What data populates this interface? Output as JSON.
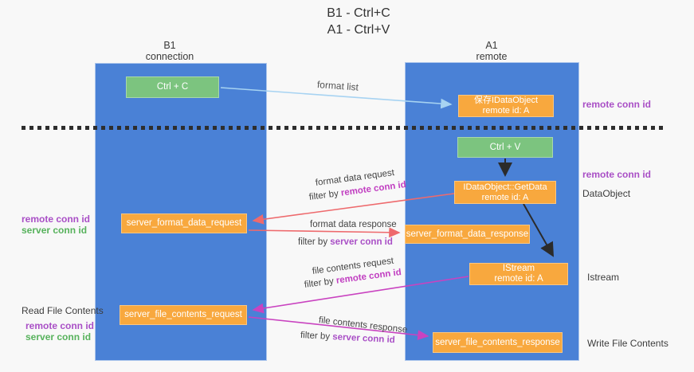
{
  "title": {
    "line1": "B1 - Ctrl+C",
    "line2": "A1 - Ctrl+V"
  },
  "columns": {
    "left": {
      "name": "B1",
      "subtitle": "connection"
    },
    "right": {
      "name": "A1",
      "subtitle": "remote"
    }
  },
  "nodes": {
    "ctrl_c": {
      "label": "Ctrl + C"
    },
    "ctrl_v": {
      "label": "Ctrl + V"
    },
    "save_dataobject": {
      "line1": "保存IDataObject",
      "line2": "remote id: A"
    },
    "getdata": {
      "line1": "IDataObject::GetData",
      "line2": "remote id: A"
    },
    "format_request": {
      "label": "server_format_data_request"
    },
    "format_response": {
      "label": "server_format_data_response"
    },
    "istream": {
      "line1": "IStream",
      "line2": "remote id: A"
    },
    "file_request": {
      "label": "server_file_contents_request"
    },
    "file_response": {
      "label": "server_file_contents_response"
    }
  },
  "arrow_labels": {
    "format_list": "format list",
    "format_data_request": "format data request",
    "format_data_response": "format data response",
    "file_contents_request": "file contents request",
    "file_contents_response": "file contents response",
    "filter_by": "filter by",
    "remote_conn_id": "remote conn id",
    "server_conn_id": "server conn id"
  },
  "side_labels": {
    "left": {
      "remote_conn_id": "remote conn id",
      "server_conn_id": "server conn id",
      "read_file_contents": "Read File Contents"
    },
    "right": {
      "remote_conn_id_top": "remote conn id",
      "remote_conn_id_mid": "remote conn id",
      "dataobject": "DataObject",
      "istream": "Istream",
      "write_file_contents": "Write File Contents"
    }
  },
  "colors": {
    "lifeline_blue": "#4a81d6",
    "node_green": "#7cc47f",
    "node_orange": "#f8a83e",
    "purple": "#a94fc6",
    "magenta": "#c13ec1",
    "green_text": "#57b25c",
    "red_arrow": "#ee6a6d",
    "magenta_arrow": "#c943c0",
    "blue_arrow": "#a7d3f2"
  }
}
